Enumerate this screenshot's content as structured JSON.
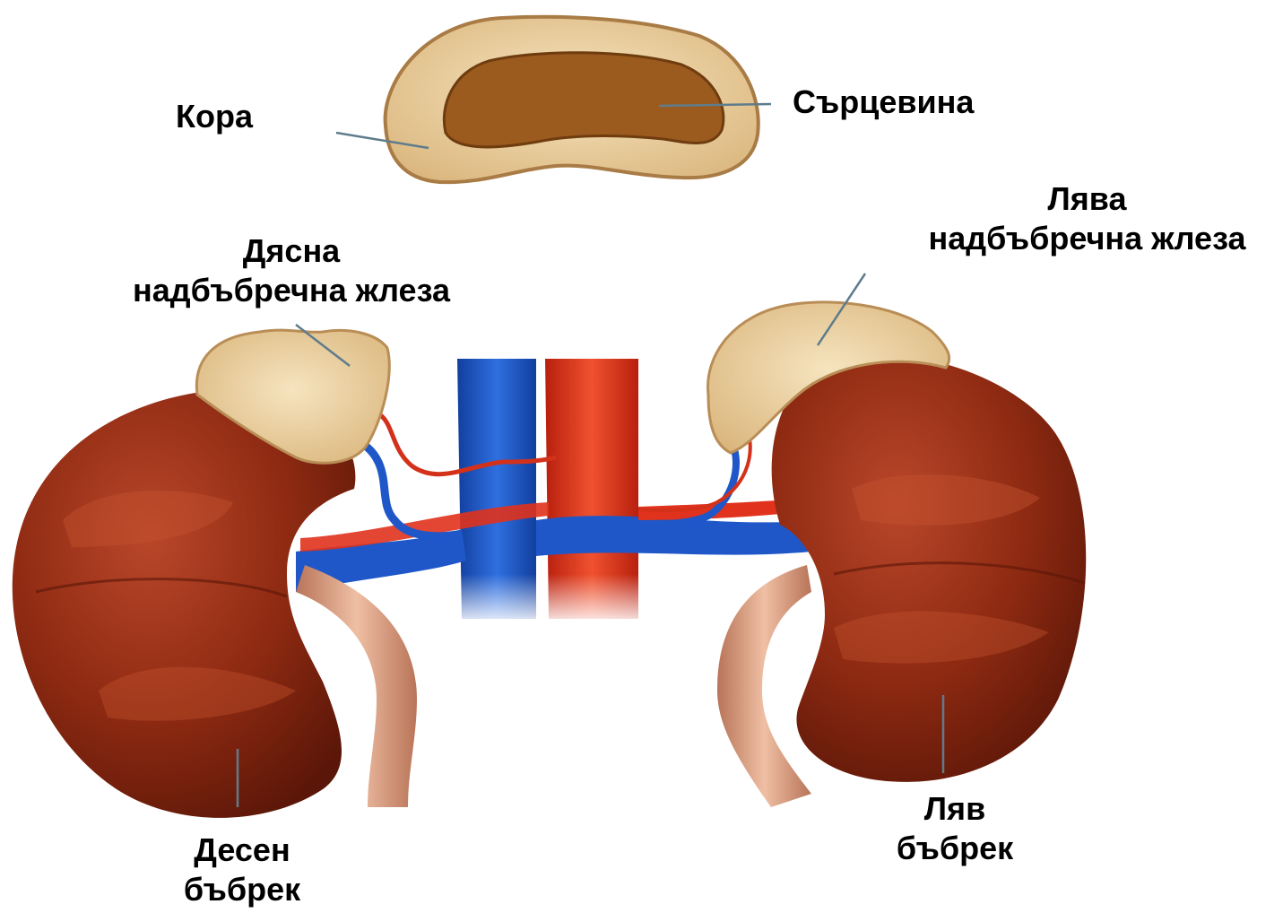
{
  "labels": {
    "cortex": "Кора",
    "medulla": "Сърцевина",
    "right_gland": [
      "Дясна",
      "надбъбречна жлеза"
    ],
    "left_gland": [
      "Лява",
      "надбъбречна жлеза"
    ],
    "right_kidney": [
      "Десен",
      "бъбрек"
    ],
    "left_kidney": [
      "Ляв",
      "бъбрек"
    ]
  },
  "colors": {
    "kidney": "#8e2a12",
    "kidney_highlight": "#c4532e",
    "kidney_shadow": "#5a1608",
    "gland": "#ecd3a1",
    "gland_edge": "#b98d56",
    "medulla": "#a0601f",
    "vein": "#1f57c9",
    "artery": "#e0321c",
    "ureter": "#d39a7c",
    "leader_line": "#5f7c8c"
  }
}
